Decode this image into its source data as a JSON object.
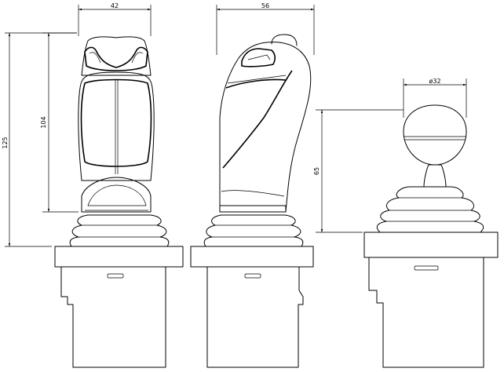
{
  "dimensions": {
    "front_width": "42",
    "side_width": "56",
    "ball_diameter": "ø32",
    "total_height": "125",
    "grip_height": "104",
    "ball_height": "65"
  }
}
